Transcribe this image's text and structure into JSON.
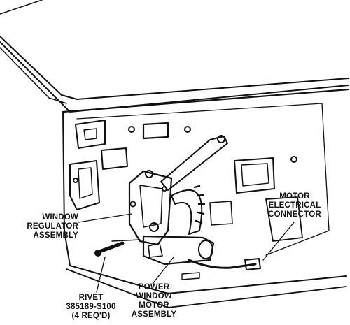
{
  "labels": {
    "window_regulator": [
      "WINDOW",
      "REGULATOR",
      "ASSEMBLY"
    ],
    "motor_connector": [
      "MOTOR",
      "ELECTRICAL",
      "CONNECTOR"
    ],
    "rivet": [
      "RIVET",
      "385189-S100",
      "(4 REQ'D)"
    ],
    "power_window_motor": [
      "POWER",
      "WINDOW",
      "MOTOR",
      "ASSEMBLY"
    ]
  },
  "colors": {
    "ink": "#111111",
    "paper": "#ffffff"
  }
}
